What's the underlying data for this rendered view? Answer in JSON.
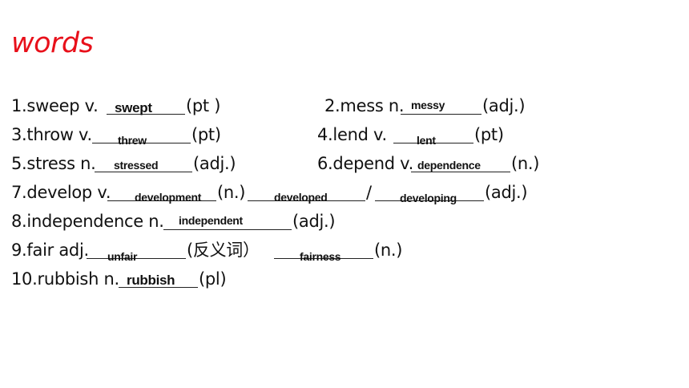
{
  "title": "words",
  "items": {
    "i1": {
      "prefix": "1.sweep v.",
      "answer": "swept",
      "suffix": "(pt )"
    },
    "i2": {
      "prefix": "2.mess n.",
      "answer": "messy",
      "suffix": "(adj.)"
    },
    "i3": {
      "prefix": "3.throw v.",
      "answer": "threw",
      "suffix": "(pt)"
    },
    "i4": {
      "prefix": "4.lend v.",
      "answer": "lent",
      "suffix": "(pt)"
    },
    "i5": {
      "prefix": "5.stress n.",
      "answer": "stressed",
      "suffix": "(adj.)"
    },
    "i6": {
      "prefix": "6.depend v.",
      "answer": "dependence",
      "suffix": "(n.)"
    },
    "i7": {
      "prefix": "7.develop v.",
      "answer1": "development",
      "mid1": "(n.)",
      "answer2": "developed",
      "mid2": "/",
      "answer3": "developing",
      "suffix": "(adj.)"
    },
    "i8": {
      "prefix": "8.independence n.",
      "answer": "independent",
      "suffix": "(adj.)"
    },
    "i9": {
      "prefix": "9.fair adj.",
      "answer1": "unfair",
      "mid1": "(反义词）",
      "answer2": "fairness",
      "suffix": "(n.)"
    },
    "i10": {
      "prefix": "10.rubbish n.",
      "answer": "rubbish",
      "suffix": "(pl)"
    }
  }
}
